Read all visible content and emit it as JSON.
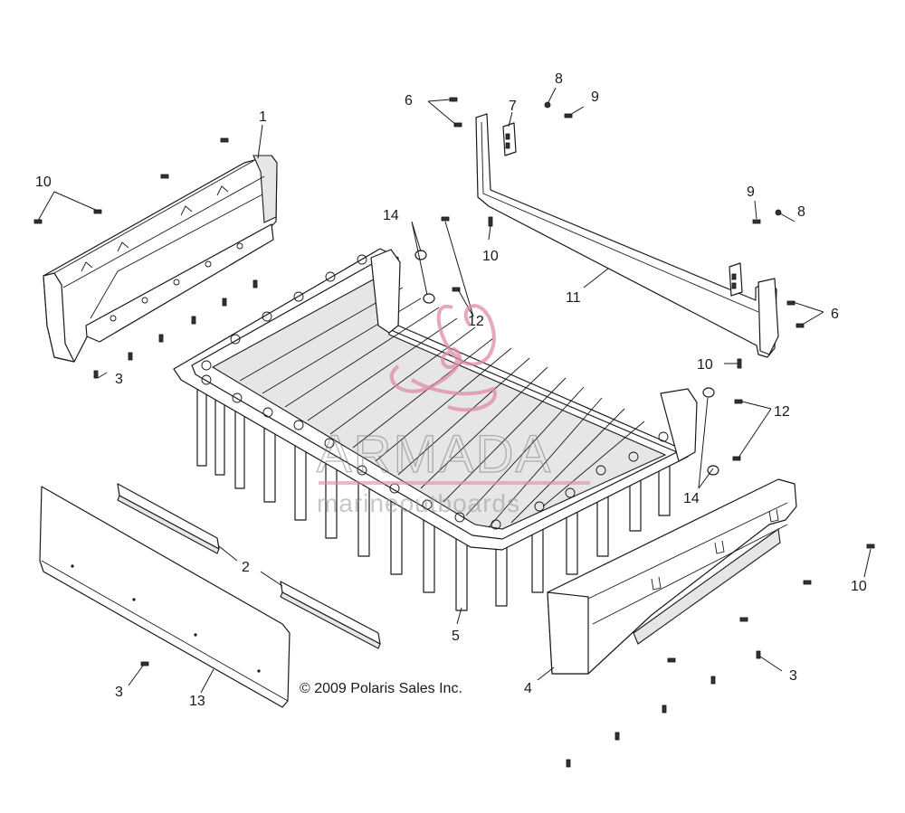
{
  "callouts": [
    {
      "id": "c1",
      "label": "1"
    },
    {
      "id": "c2",
      "label": "2"
    },
    {
      "id": "c3a",
      "label": "3"
    },
    {
      "id": "c3b",
      "label": "3"
    },
    {
      "id": "c3c",
      "label": "3"
    },
    {
      "id": "c4",
      "label": "4"
    },
    {
      "id": "c5",
      "label": "5"
    },
    {
      "id": "c6a",
      "label": "6"
    },
    {
      "id": "c6b",
      "label": "6"
    },
    {
      "id": "c7",
      "label": "7"
    },
    {
      "id": "c8a",
      "label": "8"
    },
    {
      "id": "c8b",
      "label": "8"
    },
    {
      "id": "c9a",
      "label": "9"
    },
    {
      "id": "c9b",
      "label": "9"
    },
    {
      "id": "c10a",
      "label": "10"
    },
    {
      "id": "c10b",
      "label": "10"
    },
    {
      "id": "c10c",
      "label": "10"
    },
    {
      "id": "c10d",
      "label": "10"
    },
    {
      "id": "c11",
      "label": "11"
    },
    {
      "id": "c12a",
      "label": "12"
    },
    {
      "id": "c12b",
      "label": "12"
    },
    {
      "id": "c13",
      "label": "13"
    },
    {
      "id": "c14a",
      "label": "14"
    },
    {
      "id": "c14b",
      "label": "14"
    }
  ],
  "copyright": "© 2009 Polaris Sales Inc.",
  "watermark": {
    "brand": "ARMADA",
    "tagline": "marineoutboards",
    "color": "#e08aa8"
  }
}
